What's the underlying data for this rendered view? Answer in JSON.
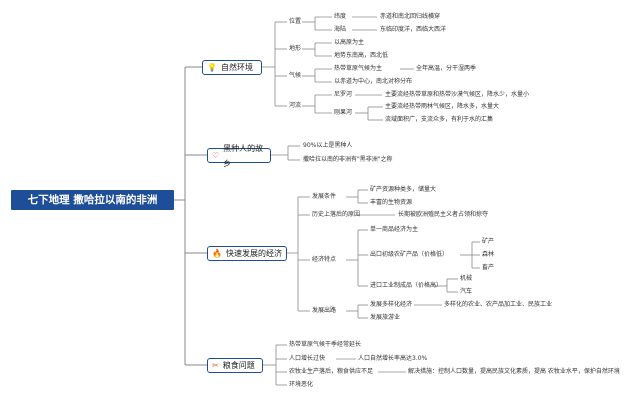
{
  "root": "七下地理 撒哈拉以南的非洲",
  "topics": {
    "env": {
      "title": "自然环境",
      "icon": "lightbulb-icon",
      "location": {
        "label": "位置",
        "latitude_label": "纬度",
        "latitude_text": "赤道和南北回归线横穿",
        "sea_land_label": "海陆",
        "sea_land_text": "东临印度洋，西临大西洋"
      },
      "terrain": {
        "label": "地形",
        "item1": "以高原为主",
        "item2": "地势东南高，西北低"
      },
      "climate": {
        "label": "气候",
        "savanna_text": "热带草原气候为主",
        "savanna_detail": "全年高温，分干湿两季",
        "distribution": "以赤道为中心，南北对称分布"
      },
      "rivers": {
        "label": "河流",
        "niger_label": "尼罗河",
        "niger_text": "主要流经热带草原和热带沙漠气候区，降水少，水量小",
        "congo_label": "刚果河",
        "congo_text1": "主要流经热带雨林气候区，降水多，水量大",
        "congo_text2": "流域面积广，支流众多，有利于水的汇集"
      }
    },
    "hometown": {
      "title": "黑种人的故乡",
      "icon": "heart-icon",
      "item1": "90%以上是黑种人",
      "item2": "撒哈拉以南的非洲有\"黑非洲\"之称"
    },
    "economy": {
      "title": "快速发展的经济",
      "icon": "flame-icon",
      "conditions": {
        "label": "发展条件",
        "item1": "矿产资源种类多，储量大",
        "item2": "丰富的生物资源"
      },
      "history": {
        "label": "历史上落后的原因",
        "text": "长期被欧洲殖民主义者占领和掠夺"
      },
      "features": {
        "label": "经济特点",
        "single": "单一商品经济为主",
        "export_label": "出口初级农矿产品（价格低）",
        "export_items": [
          "矿产",
          "森林",
          "畜产"
        ],
        "import_label": "进口工业制成品（价格高）",
        "import_items": [
          "机械",
          "汽车"
        ]
      },
      "outlet": {
        "label": "发展出路",
        "diversify": "发展多样化经济",
        "diversify_detail": "多样化的农业、农产品加工业、民族工业",
        "tourism": "发展旅游业"
      }
    },
    "food": {
      "title": "粮食问题",
      "icon": "utensils-icon",
      "item1": "热带草原气候干季经常延长",
      "item2_label": "人口增长过快",
      "item2_detail": "人口自然增长率高达3.0%",
      "item3_label": "农牧业生产落后，粮食供应不足",
      "item3_detail": "解决措施：控制人口数量，提高民族文化素质，提高 农牧业水平，保护自然环境",
      "item4": "环境恶化"
    }
  },
  "colors": {
    "root_bg": "#1f4e99",
    "line": "#8a8a8a",
    "topic_border": "#1f4e99",
    "icon_env": "#f2c811",
    "icon_home": "#d9363e",
    "icon_econ": "#2f7ed8",
    "icon_food": "#e06a2a"
  }
}
